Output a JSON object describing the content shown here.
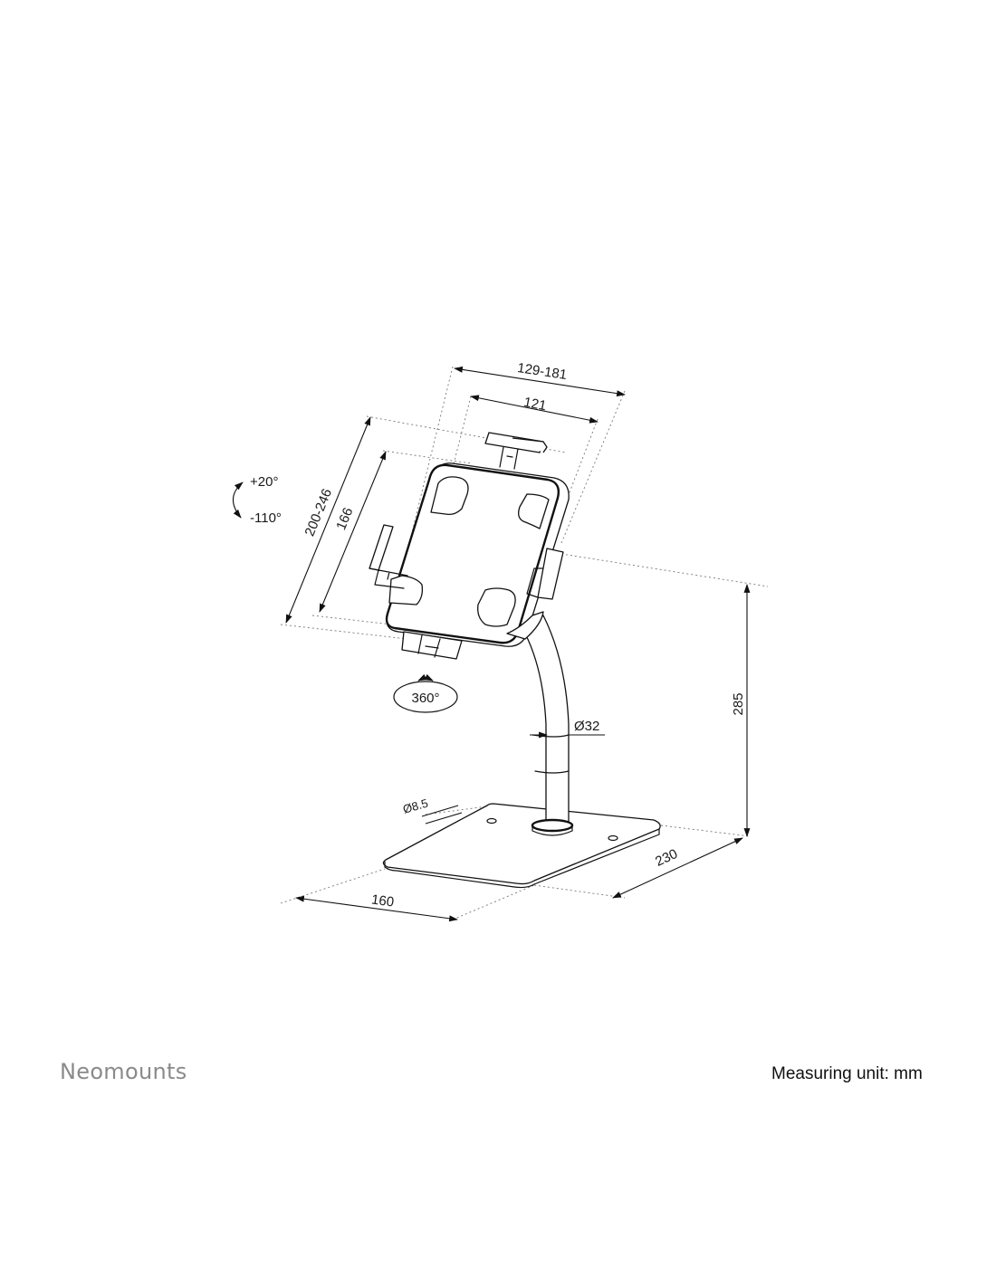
{
  "dimensions": {
    "width_range": "129-181",
    "width_inner": "121",
    "height_range": "200-246",
    "height_inner": "166",
    "total_height": "285",
    "base_depth": "230",
    "base_width": "160",
    "pole_diameter": "Ø32",
    "hole_diameter": "Ø8.5"
  },
  "rotation": {
    "tilt_up": "+20°",
    "tilt_down": "-110°",
    "rotate": "360°"
  },
  "footer": {
    "brand": "Neomounts",
    "unit_note": "Measuring unit: mm"
  }
}
